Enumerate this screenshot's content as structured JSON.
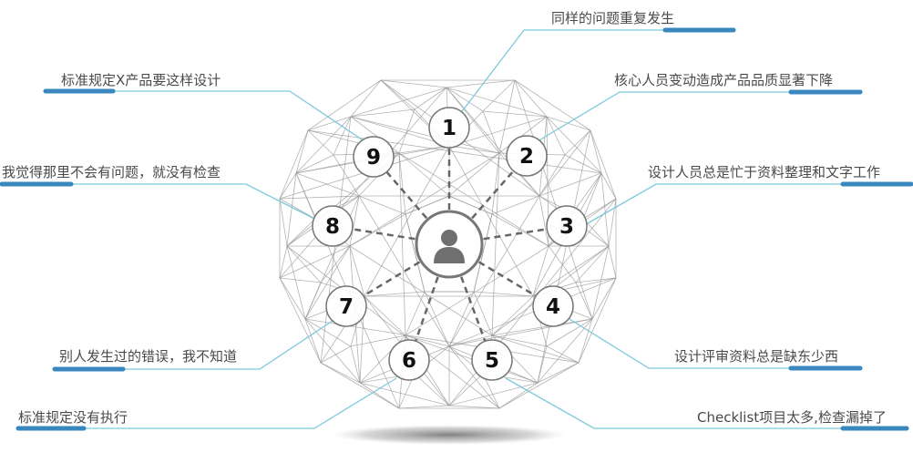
{
  "issues": [
    {
      "number": "1",
      "label": "同样的问题重复发生"
    },
    {
      "number": "2",
      "label": "核心人员变动造成产品品质显著下降"
    },
    {
      "number": "3",
      "label": "设计人员总是忙于资料整理和文字工作"
    },
    {
      "number": "4",
      "label": "设计评审资料总是缺东少西"
    },
    {
      "number": "5",
      "label": "Checklist项目太多,检查漏掉了"
    },
    {
      "number": "6",
      "label": "标准规定没有执行"
    },
    {
      "number": "7",
      "label": "别人发生过的错误，我不知道"
    },
    {
      "number": "8",
      "label": "我觉得那里不会有问题，就没有检查"
    },
    {
      "number": "9",
      "label": "标准规定X产品要这样设计"
    }
  ],
  "center": {
    "icon": "user-icon"
  },
  "colors": {
    "leader": "#7cc9dc",
    "accent_bar": "#3a87bf",
    "mesh": "#9a9a9a",
    "circle": "#777777",
    "dash": "#666666"
  }
}
